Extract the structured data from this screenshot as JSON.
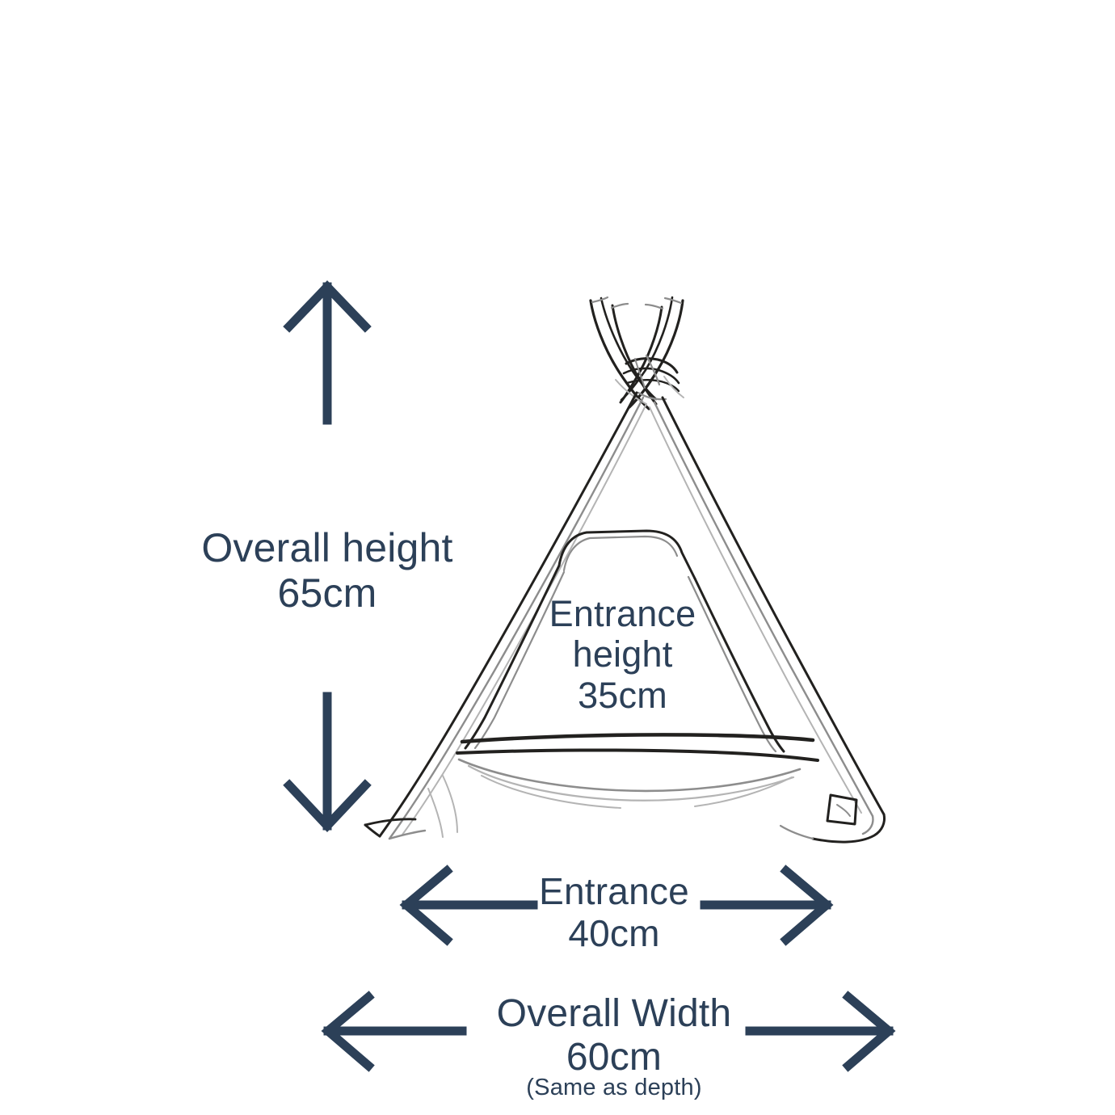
{
  "page": {
    "title": "Teepee tent dimensions diagram",
    "background_color": "#ffffff",
    "accent_color": "#2c4058",
    "sketch_color": "#22211f"
  },
  "labels": {
    "overall_height": "Overall height\n65cm",
    "entrance_height": "Entrance\nheight\n35cm",
    "entrance_width": "Entrance\n40cm",
    "overall_width": "Overall Width\n60cm",
    "depth_note": "(Same as depth)"
  },
  "measurements": [
    {
      "name": "overall-height",
      "label": "Overall height",
      "value": "65cm",
      "amount": 65,
      "unit": "cm",
      "arrow": "vertical-double",
      "orientation": "vertical"
    },
    {
      "name": "entrance-height",
      "label": "Entrance height",
      "value": "35cm",
      "amount": 35,
      "unit": "cm",
      "arrow": "none",
      "orientation": "vertical"
    },
    {
      "name": "entrance-width",
      "label": "Entrance",
      "value": "40cm",
      "amount": 40,
      "unit": "cm",
      "arrow": "horizontal-double",
      "orientation": "horizontal"
    },
    {
      "name": "overall-width",
      "label": "Overall Width",
      "value": "60cm",
      "amount": 60,
      "unit": "cm",
      "note": "(Same as depth)",
      "arrow": "horizontal-double",
      "orientation": "horizontal"
    }
  ],
  "icons": {
    "arrow_up": "arrow-up-icon",
    "arrow_down": "arrow-down-icon",
    "arrow_left_right_entrance": "arrow-left-right-icon",
    "arrow_left_right_overall": "arrow-left-right-icon"
  },
  "illustration": {
    "name": "teepee-tent-sketch",
    "description": "Hand drawn line sketch of a teepee tent with crossed poles at the apex and a trapezoidal entrance opening"
  }
}
